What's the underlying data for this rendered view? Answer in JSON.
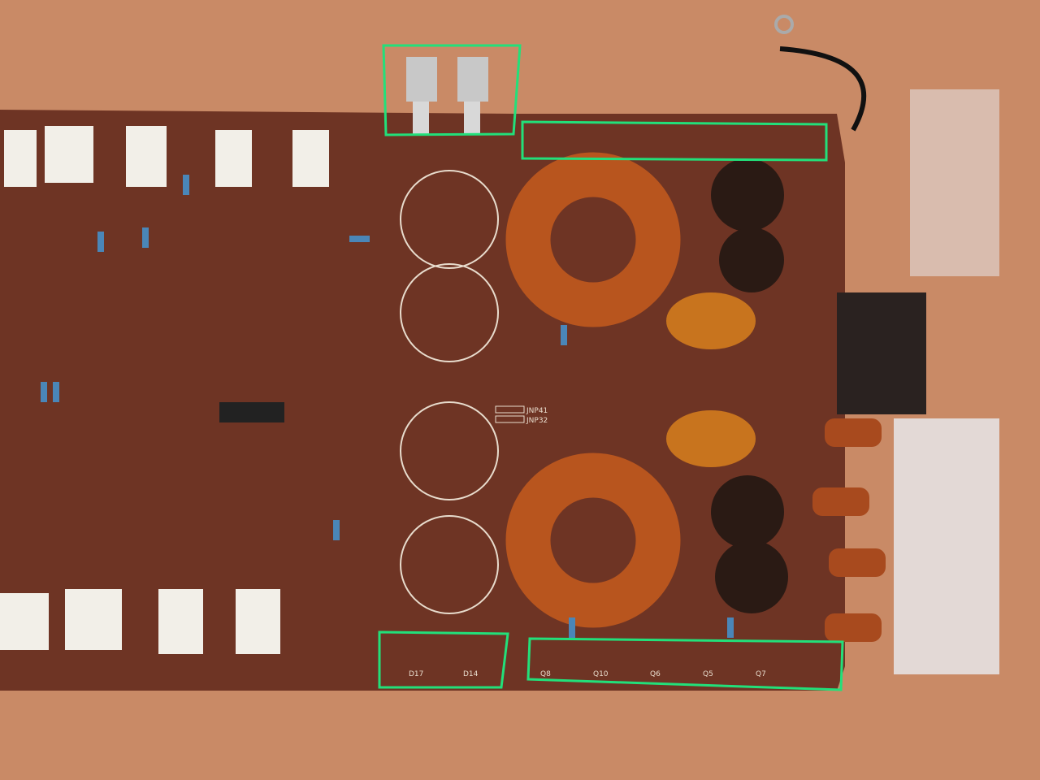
{
  "image": {
    "colors": {
      "background": "#c98a66",
      "pcb": "#6e3424",
      "silkscreen": "#e8dccd",
      "highlight": "#22e07a",
      "copper": "#b8551e",
      "resistor": "#4a86b8"
    },
    "silkscreen_labels": {
      "jumper_a": "JNP41",
      "jumper_b": "JNP32",
      "diode_a": "D17",
      "diode_b": "D14",
      "transistors": [
        "Q8",
        "Q10",
        "Q6",
        "Q5",
        "Q7"
      ]
    },
    "highlight_regions": [
      "top-regulators",
      "top-transistor-row",
      "bottom-diodes",
      "bottom-transistor-row"
    ]
  }
}
